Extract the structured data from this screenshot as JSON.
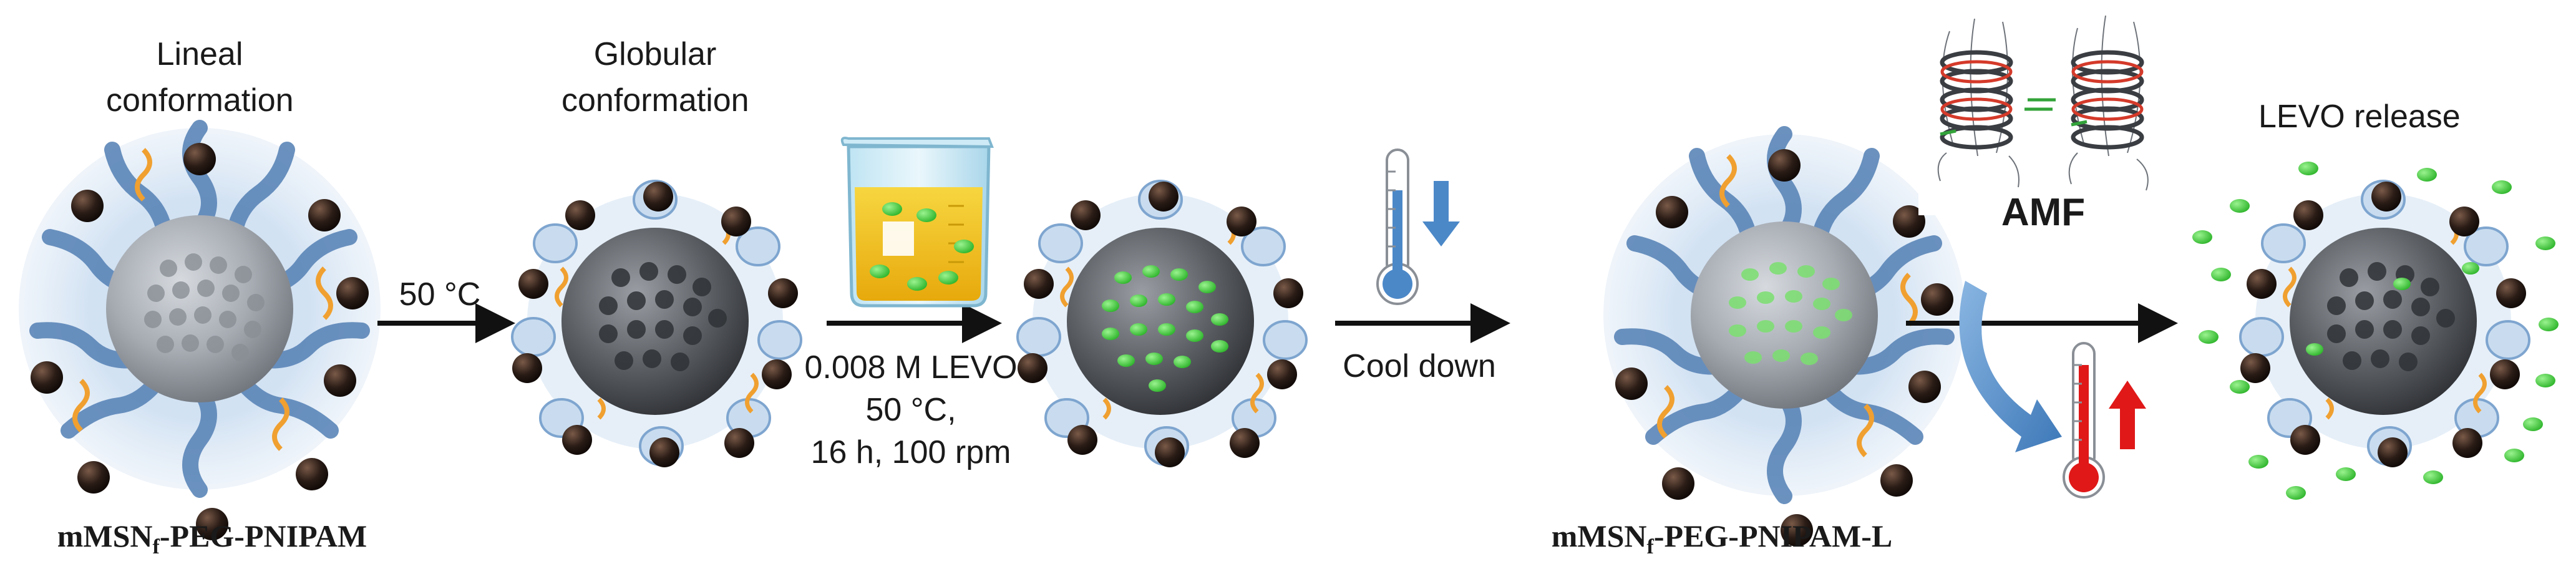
{
  "steps": {
    "lineal": {
      "line1": "Lineal",
      "line2": "conformation"
    },
    "globular": {
      "line1": "Globular",
      "line2": "conformation"
    },
    "release": "LEVO release"
  },
  "arrows": {
    "heat": "50 °C",
    "loading": {
      "line1": "0.008 M LEVO",
      "line2": "50 °C,",
      "line3": "16 h, 100 rpm"
    },
    "cool": "Cool down",
    "amf": "AMF"
  },
  "materials": {
    "first": {
      "main": "mMSN",
      "sub": "f",
      "rest": "-PEG-PNIPAM"
    },
    "loaded": {
      "main": "mMSN",
      "sub": "f",
      "rest": "-PEG-PNIPAM-L"
    }
  },
  "colors": {
    "core_grey": "#9aa0a8",
    "core_dark": "#55585d",
    "polymer_blue": "#5b86b8",
    "polymer_light": "#c9dcef",
    "peg_orange": "#f0a030",
    "cap_dark": "#2a1c16",
    "drug_green": "#4fd24a",
    "liquid_yellow": "#f2c61a",
    "arrow_blue": "#4b88c8",
    "arrow_red": "#e01818"
  },
  "icons": [
    "beaker-icon",
    "thermometer-cold-icon",
    "thermometer-hot-icon",
    "coil-magnet-icon",
    "curved-arrow-icon"
  ]
}
